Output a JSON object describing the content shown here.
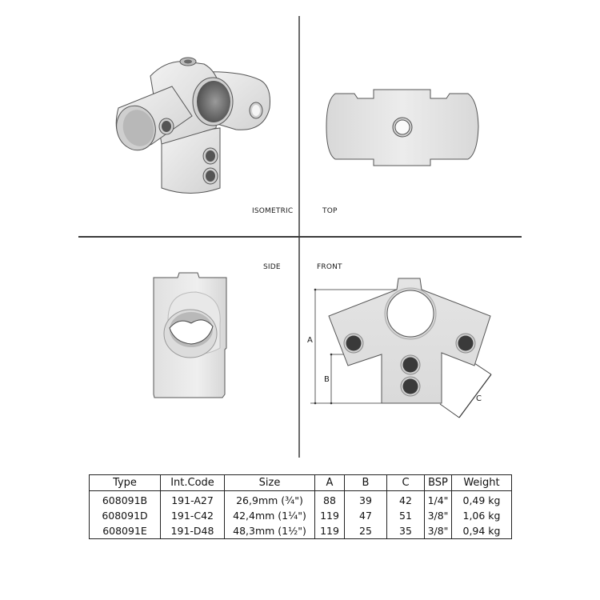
{
  "views": {
    "isometric": "ISOMETRIC",
    "top": "TOP",
    "side": "SIDE",
    "front": "FRONT"
  },
  "dimensions": {
    "a": "A",
    "b": "B",
    "c": "C"
  },
  "colors": {
    "part_fill": "#e6e6e6",
    "part_shade": "#c9c9c9",
    "outline": "#555555",
    "hole_dark": "#3a3a3a",
    "divider": "#3a3a3a"
  },
  "table": {
    "headers": [
      "Type",
      "Int.Code",
      "Size",
      "A",
      "B",
      "C",
      "BSP",
      "Weight"
    ],
    "rows": [
      [
        "608091B",
        "191-A27",
        "26,9mm (¾\")",
        "88",
        "39",
        "42",
        "1/4\"",
        "0,49 kg"
      ],
      [
        "608091D",
        "191-C42",
        "42,4mm (1¼\")",
        "119",
        "47",
        "51",
        "3/8\"",
        "1,06 kg"
      ],
      [
        "608091E",
        "191-D48",
        "48,3mm (1½\")",
        "119",
        "25",
        "35",
        "3/8\"",
        "0,94 kg"
      ]
    ]
  }
}
